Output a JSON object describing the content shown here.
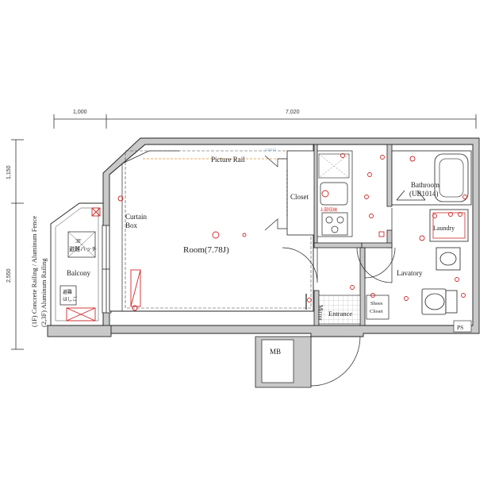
{
  "dimensions": {
    "top_left": "1,000",
    "top_right": "7,020",
    "side_upper": "1,150",
    "side_lower": "2,550"
  },
  "rooms": {
    "room": "Room(7.78J)",
    "bathroom_line1": "Bathroom",
    "bathroom_line2": "(UB1014)",
    "lavatory": "Lavatory",
    "entrance": "Entrance",
    "closet": "Closet",
    "shoes_line1": "Shoes",
    "shoes_line2": "Closet",
    "balcony": "Balcony",
    "laundry": "Laundry",
    "mb": "MB",
    "mirror": "Mirror",
    "ps": "PS",
    "picture_rail": "Picture Rail",
    "curtain_line1": "Curtain",
    "curtain_line2": "Box",
    "hatch_line1": "3F",
    "hatch_line2": "避難ハッチ",
    "escape_line1": "避難",
    "escape_line2": "はしご"
  },
  "notes": {
    "railing_line1": "(1F) Concrete Railing / Aluminum Fence",
    "railing_line2": "(2,3F) Aluminum Railing"
  },
  "colors": {
    "wall": "#c9c9c9",
    "line": "#222222",
    "annotation": "#d02828",
    "rail": "#e89030"
  }
}
